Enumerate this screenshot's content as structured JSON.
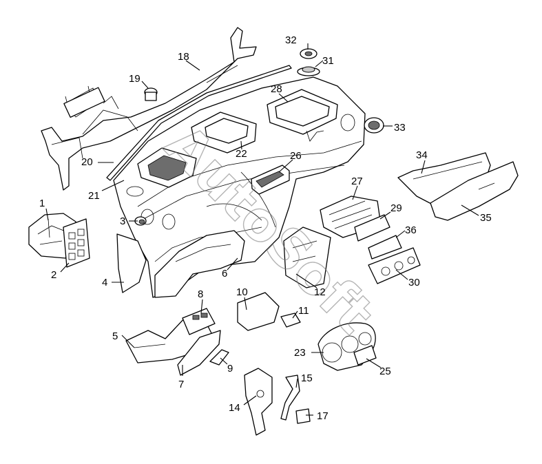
{
  "watermark": "AutoSoft",
  "callouts": [
    {
      "id": "1",
      "label": "1"
    },
    {
      "id": "2",
      "label": "2"
    },
    {
      "id": "3",
      "label": "3"
    },
    {
      "id": "4",
      "label": "4"
    },
    {
      "id": "5",
      "label": "5"
    },
    {
      "id": "6",
      "label": "6"
    },
    {
      "id": "7",
      "label": "7"
    },
    {
      "id": "8",
      "label": "8"
    },
    {
      "id": "9",
      "label": "9"
    },
    {
      "id": "10",
      "label": "10"
    },
    {
      "id": "11",
      "label": "11"
    },
    {
      "id": "12",
      "label": "12"
    },
    {
      "id": "14",
      "label": "14"
    },
    {
      "id": "15",
      "label": "15"
    },
    {
      "id": "17",
      "label": "17"
    },
    {
      "id": "18",
      "label": "18"
    },
    {
      "id": "19",
      "label": "19"
    },
    {
      "id": "20",
      "label": "20"
    },
    {
      "id": "21",
      "label": "21"
    },
    {
      "id": "22",
      "label": "22"
    },
    {
      "id": "23",
      "label": "23"
    },
    {
      "id": "25",
      "label": "25"
    },
    {
      "id": "26",
      "label": "26"
    },
    {
      "id": "27",
      "label": "27"
    },
    {
      "id": "28",
      "label": "28"
    },
    {
      "id": "29",
      "label": "29"
    },
    {
      "id": "30",
      "label": "30"
    },
    {
      "id": "31",
      "label": "31"
    },
    {
      "id": "32",
      "label": "32"
    },
    {
      "id": "33",
      "label": "33"
    },
    {
      "id": "34",
      "label": "34"
    },
    {
      "id": "35",
      "label": "35"
    },
    {
      "id": "36",
      "label": "36"
    }
  ]
}
